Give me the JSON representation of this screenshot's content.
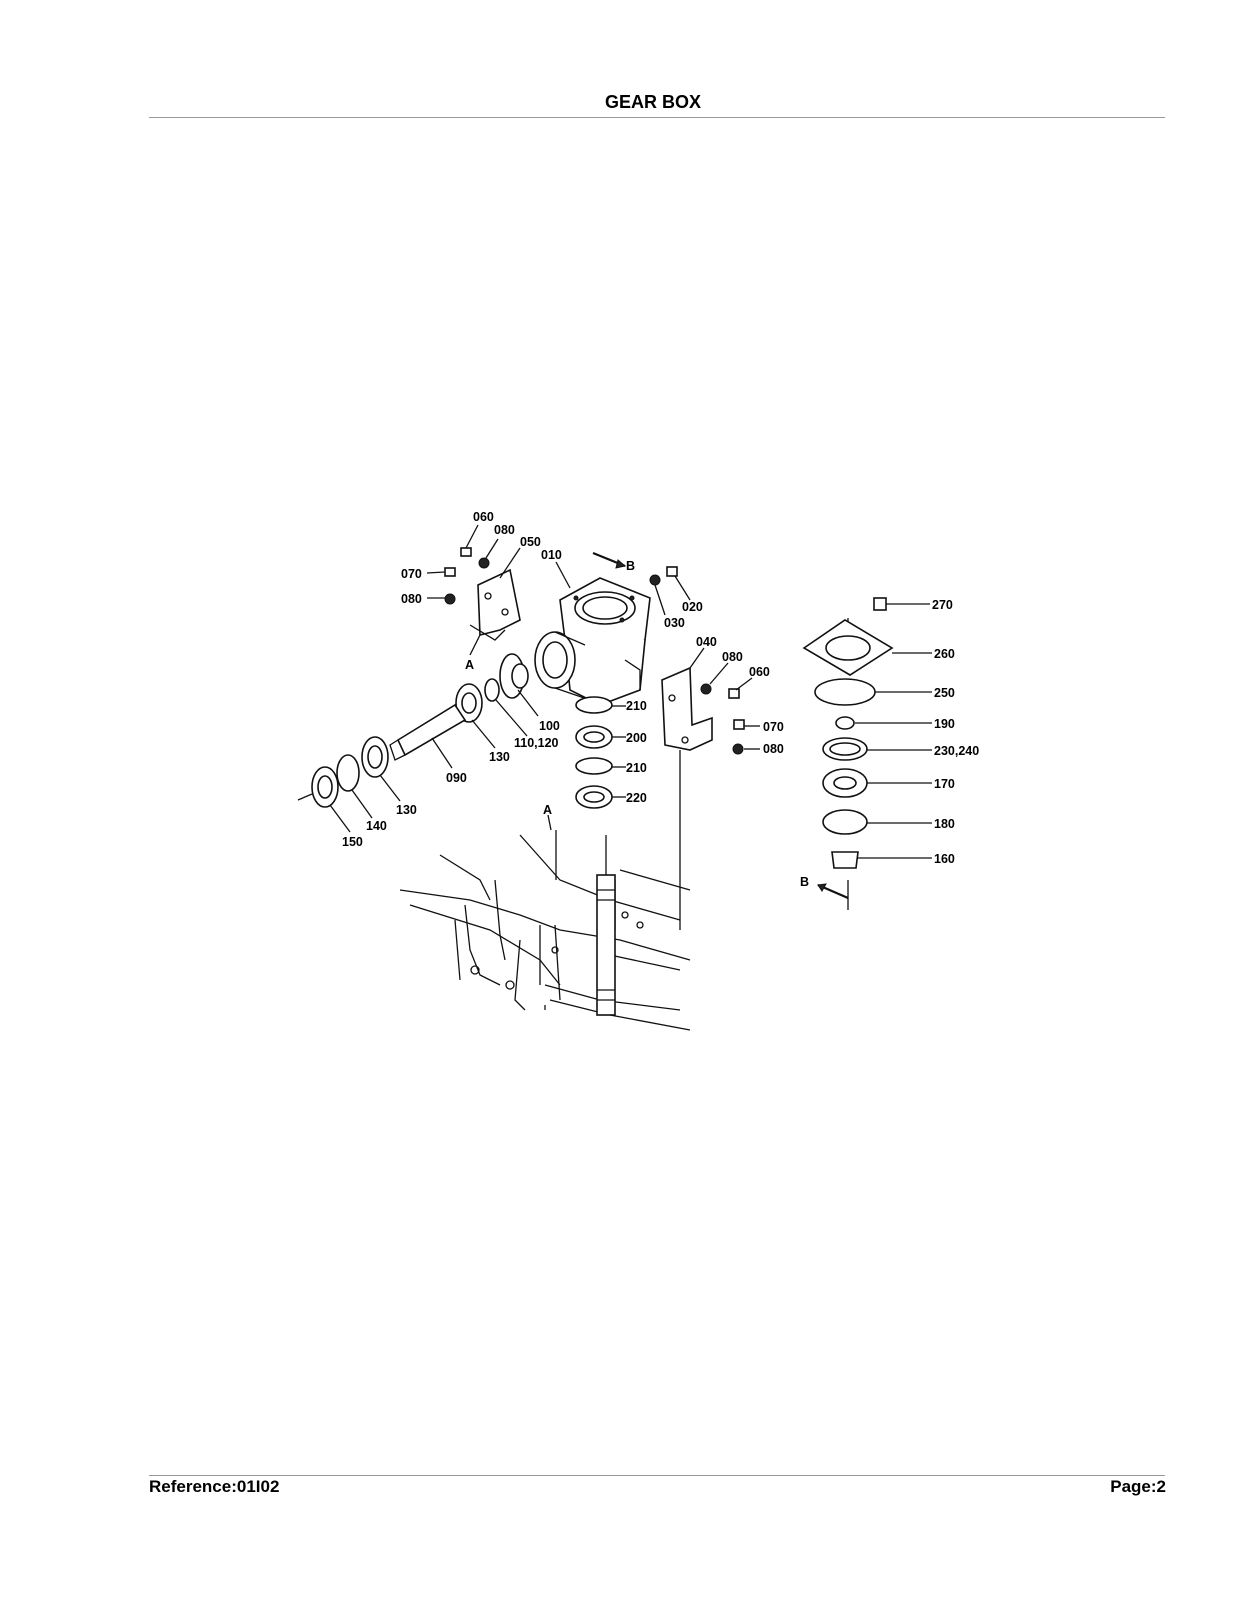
{
  "header": {
    "title": "GEAR BOX"
  },
  "footer": {
    "reference": "Reference:01I02",
    "page": "Page:2"
  },
  "diagram": {
    "section_markers": [
      "A",
      "B",
      "A",
      "B"
    ],
    "callouts": [
      "060",
      "080",
      "050",
      "010",
      "070",
      "080",
      "020",
      "030",
      "040",
      "080",
      "060",
      "210",
      "100",
      "110,120",
      "200",
      "070",
      "080",
      "130",
      "090",
      "210",
      "220",
      "130",
      "140",
      "150",
      "270",
      "260",
      "250",
      "190",
      "230,240",
      "170",
      "180",
      "160"
    ]
  }
}
